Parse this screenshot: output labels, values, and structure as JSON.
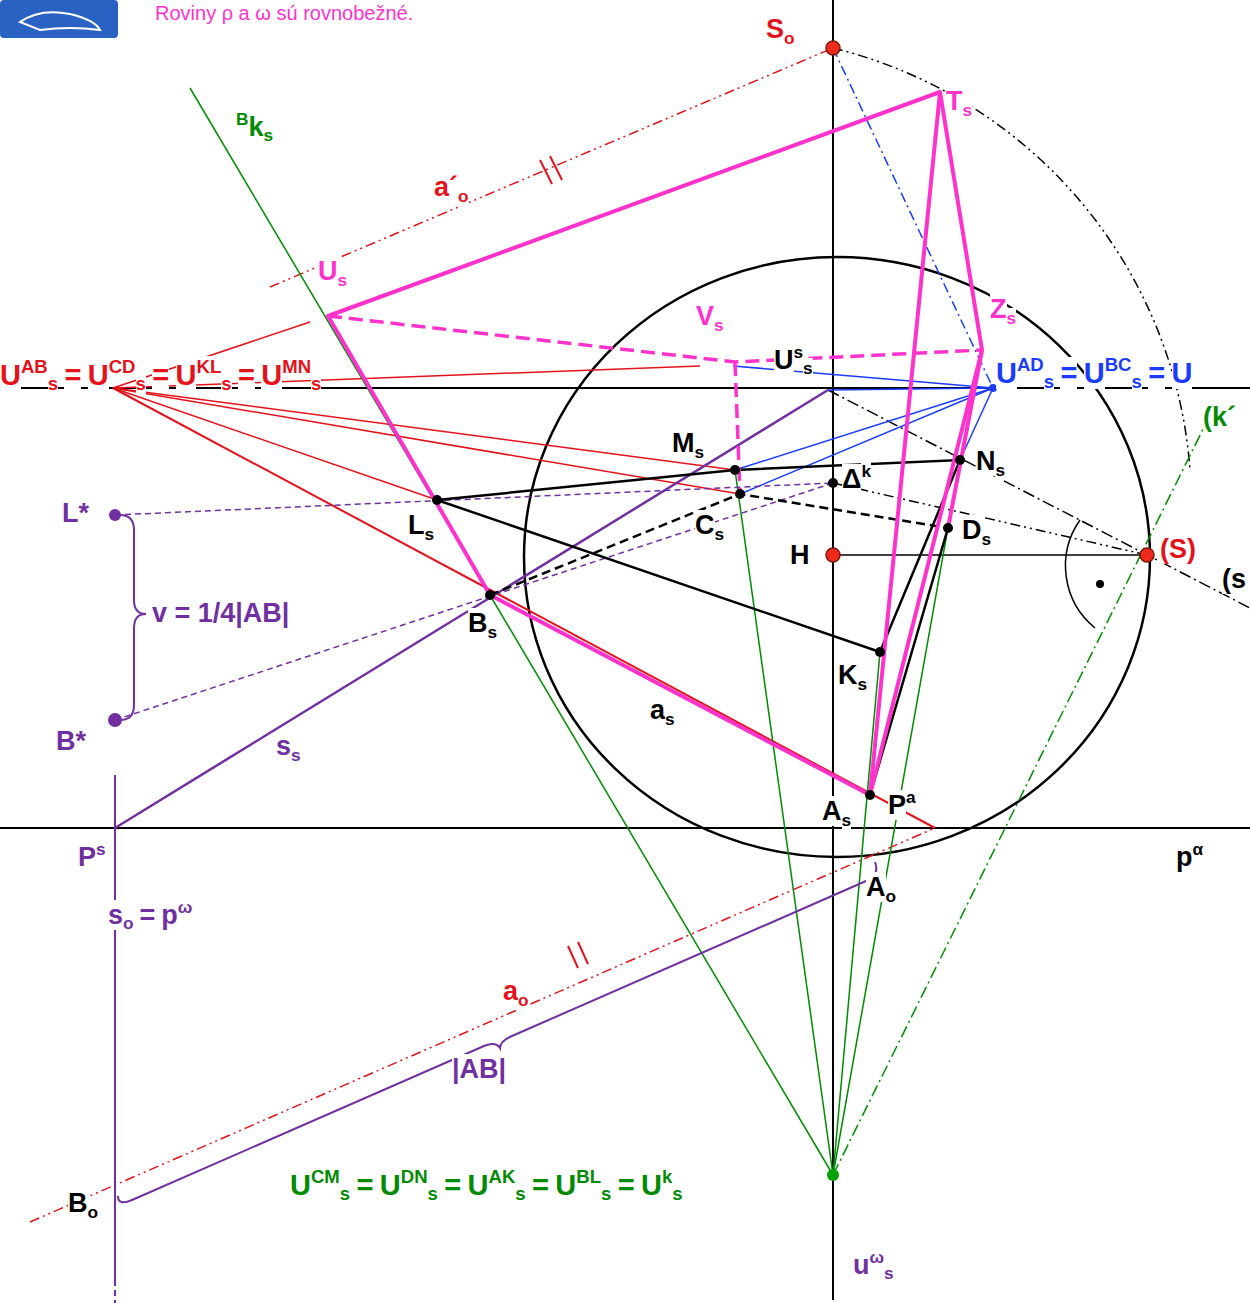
{
  "diagram": {
    "labels": [
      "Roviny ρ a ω sú rovnobežné.",
      "S",
      "o",
      "T",
      "s",
      "B",
      "k",
      "s",
      "a´",
      "o",
      "U",
      "s",
      "V",
      "s",
      "Z",
      "s",
      "U",
      "AB",
      "s",
      "=",
      "U",
      "CD",
      "s",
      "=",
      "U",
      "KL",
      "s",
      "=",
      "U",
      "MN",
      "s",
      "U",
      "s",
      "s",
      "U",
      "AD",
      "s",
      "=",
      "U",
      "BC",
      "s",
      "=",
      "U",
      "M",
      "s",
      "N",
      "s",
      "Δ",
      "k",
      "(k´",
      "L*",
      "L",
      "s",
      "C",
      "s",
      "D",
      "s",
      "H",
      "(S)",
      "(s",
      "v = 1/4|AB|",
      "B",
      "s",
      "K",
      "s",
      "B*",
      "s",
      "s",
      "a",
      "s",
      "A",
      "s",
      "P",
      "a",
      "P",
      "s",
      "p",
      "α",
      "A",
      "o",
      "s",
      "o",
      "=",
      "p",
      "ω",
      "a",
      "o",
      "|AB|",
      "B",
      "o",
      "U",
      "CM",
      "s",
      "=",
      "U",
      "DN",
      "s",
      "=",
      "U",
      "AK",
      "s",
      "=",
      "U",
      "BL",
      "s",
      "=",
      "U",
      "k",
      "s",
      "u",
      "ω",
      "s"
    ]
  }
}
